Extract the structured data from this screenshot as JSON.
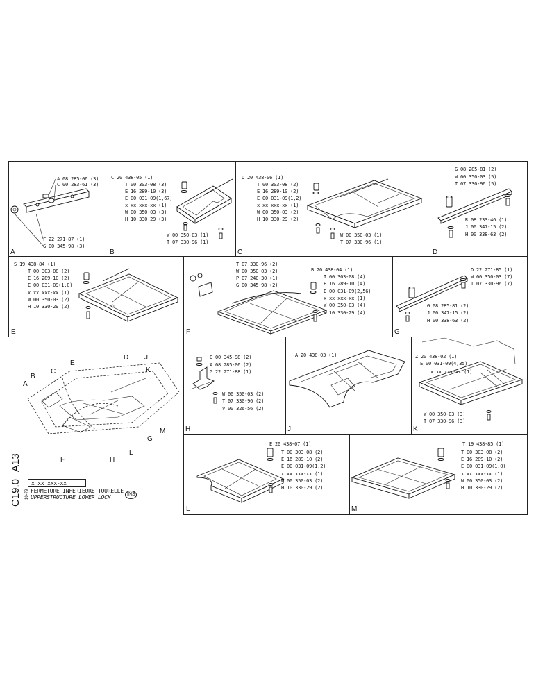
{
  "panels": {
    "A": {
      "letter": "A",
      "parts": [
        "A 08 285-06 (3)",
        "C 00 283-61 (3)",
        "F 22 271-87 (1)",
        "G 00 345-98 (3)"
      ]
    },
    "B": {
      "letter": "B",
      "head": "C 20 438-05 (1)",
      "parts": [
        "T 00 303-08 (3)",
        "E 16 289-10 (3)",
        "E 00 031-09(1,67)",
        "x xx xxx-xx (1)",
        "W 00 350-03 (3)",
        "H 10 330-29 (3)",
        "W 00 350-03 (1)",
        "T 07 330-96 (1)"
      ]
    },
    "C": {
      "letter": "C",
      "head": "D 20 438-06 (1)",
      "parts": [
        "T 00 303-08 (2)",
        "E 16 289-10 (2)",
        "E 00 031-09(1,2)",
        "x xx xxx-xx (1)",
        "W 00 350-03 (2)",
        "H 10 330-29 (2)",
        "W 00 350-03 (1)",
        "T 07 330-96 (1)"
      ]
    },
    "D": {
      "letter": "D",
      "parts": [
        "G 08 285-81 (2)",
        "W 00 350-03 (5)",
        "T 07 330-96 (5)",
        "R 08 233-46 (1)",
        "J 00 347-15 (2)",
        "H 00 338-63 (2)"
      ]
    },
    "E": {
      "letter": "E",
      "head": "S 19 438-84 (1)",
      "parts": [
        "T 00 303-08 (2)",
        "E 16 289-10 (2)",
        "E 00 031-09(1,0)",
        "x xx xxx-xx (1)",
        "W 00 350-03 (2)",
        "H 10 330-29 (2)"
      ]
    },
    "F": {
      "letter": "F",
      "parts": [
        "T 07 330-96 (2)",
        "W 00 350-03 (2)",
        "P 07 240-30 (1)",
        "G 00 345-98 (2)",
        "B 20 438-04 (1)",
        "T 00 303-08 (4)",
        "E 16 289-10 (4)",
        "E 00 031-09(2,56)",
        "x xx xxx-xx (1)",
        "W 00 350-03 (4)",
        "H 10 330-29 (4)"
      ]
    },
    "G": {
      "letter": "G",
      "parts": [
        "D 22 271-85 (1)",
        "W 00 350-03 (7)",
        "T 07 330-96 (7)",
        "G 08 285-81 (2)",
        "J 00 347-15 (2)",
        "H 00 338-63 (2)"
      ]
    },
    "H": {
      "letter": "H",
      "parts": [
        "G 00 345-98 (2)",
        "A 08 285-06 (2)",
        "G 22 271-88 (1)",
        "W 00 350-03 (2)",
        "T 07 330-96 (2)",
        "V 00 326-56 (2)"
      ]
    },
    "J": {
      "letter": "J",
      "head": "A 20 438-03 (1)"
    },
    "K": {
      "letter": "K",
      "parts": [
        "Z 20 438-02 (1)",
        "E 00 031-09(4,35)",
        "x xx xxx-xx (1)",
        "W 00 350-03 (3)",
        "T 07 330-96 (3)"
      ]
    },
    "L": {
      "letter": "L",
      "head": "E 20 438-07 (1)",
      "parts": [
        "T 00 303-08 (2)",
        "E 16 289-10 (2)",
        "E 00 031-09(1,2)",
        "x xx xxx-xx (1)",
        "W 00 350-03 (2)",
        "H 10 330-29 (2)"
      ]
    },
    "M": {
      "letter": "M",
      "head": "T 19 438-85 (1)",
      "parts": [
        "T 00 303-08 (2)",
        "E 16 289-10 (2)",
        "E 00 031-09(1,0)",
        "x xx xxx-xx (1)",
        "W 00 350-03 (2)",
        "H 10 330-29 (2)"
      ]
    }
  },
  "overview": {
    "labels": [
      "A",
      "B",
      "C",
      "D",
      "E",
      "J",
      "K",
      "F",
      "H",
      "L",
      "G",
      "M"
    ]
  },
  "titleblock": {
    "code_a": "A13",
    "code_b": "C19.0",
    "number": "x xx xxx-xx",
    "title_fr": "FERMETURE INFERIEURE TOURELLE",
    "title_en": "UPPERSTRUCTURE LOWER LOCK",
    "date": "10-79",
    "badge": "INS"
  }
}
